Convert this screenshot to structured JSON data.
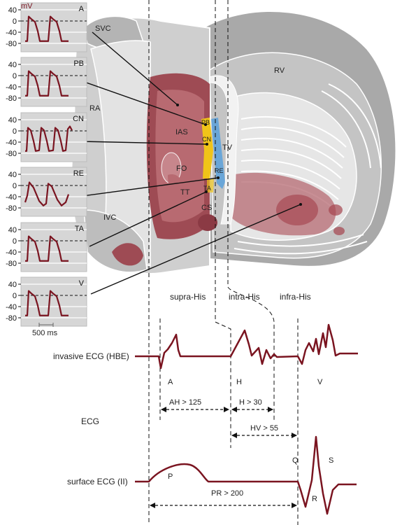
{
  "colors": {
    "trace": "#7a1420",
    "heart_light": "#d8d8d8",
    "heart_mid": "#b8b8b8",
    "heart_dark": "#8e8e8e",
    "muscle": "#a5444e",
    "conduction_yellow": "#f0c419",
    "conduction_blue": "#6aa6d8",
    "panel_bg": "#d6d6d6"
  },
  "panels": {
    "unit": "mV",
    "ticks": [
      "40",
      "0",
      "-40",
      "-80"
    ],
    "scale_bar": "500 ms",
    "items": [
      {
        "name": "A"
      },
      {
        "name": "PB"
      },
      {
        "name": "CN"
      },
      {
        "name": "RE"
      },
      {
        "name": "TA"
      },
      {
        "name": "V"
      }
    ]
  },
  "heart_labels": {
    "svc": "SVC",
    "ra": "RA",
    "rv": "RV",
    "ias": "IAS",
    "fo": "FO",
    "tt": "TT",
    "cs": "CS",
    "ivc": "IVC",
    "tv": "TV",
    "pb": "PB",
    "cn": "CN",
    "re": "RE",
    "ta": "TA"
  },
  "regions": {
    "supra": "supra-His",
    "intra": "intra-His",
    "infra": "infra-His"
  },
  "ecg": {
    "invasive_label": "invasive ECG (HBE)",
    "section_label": "ECG",
    "surface_label": "surface ECG (II)",
    "wave_a": "A",
    "wave_h": "H",
    "wave_v": "V",
    "wave_p": "P",
    "wave_q": "Q",
    "wave_r": "R",
    "wave_s": "S",
    "ah": "AH > 125",
    "h": "H > 30",
    "hv": "HV > 55",
    "pr": "PR > 200"
  }
}
